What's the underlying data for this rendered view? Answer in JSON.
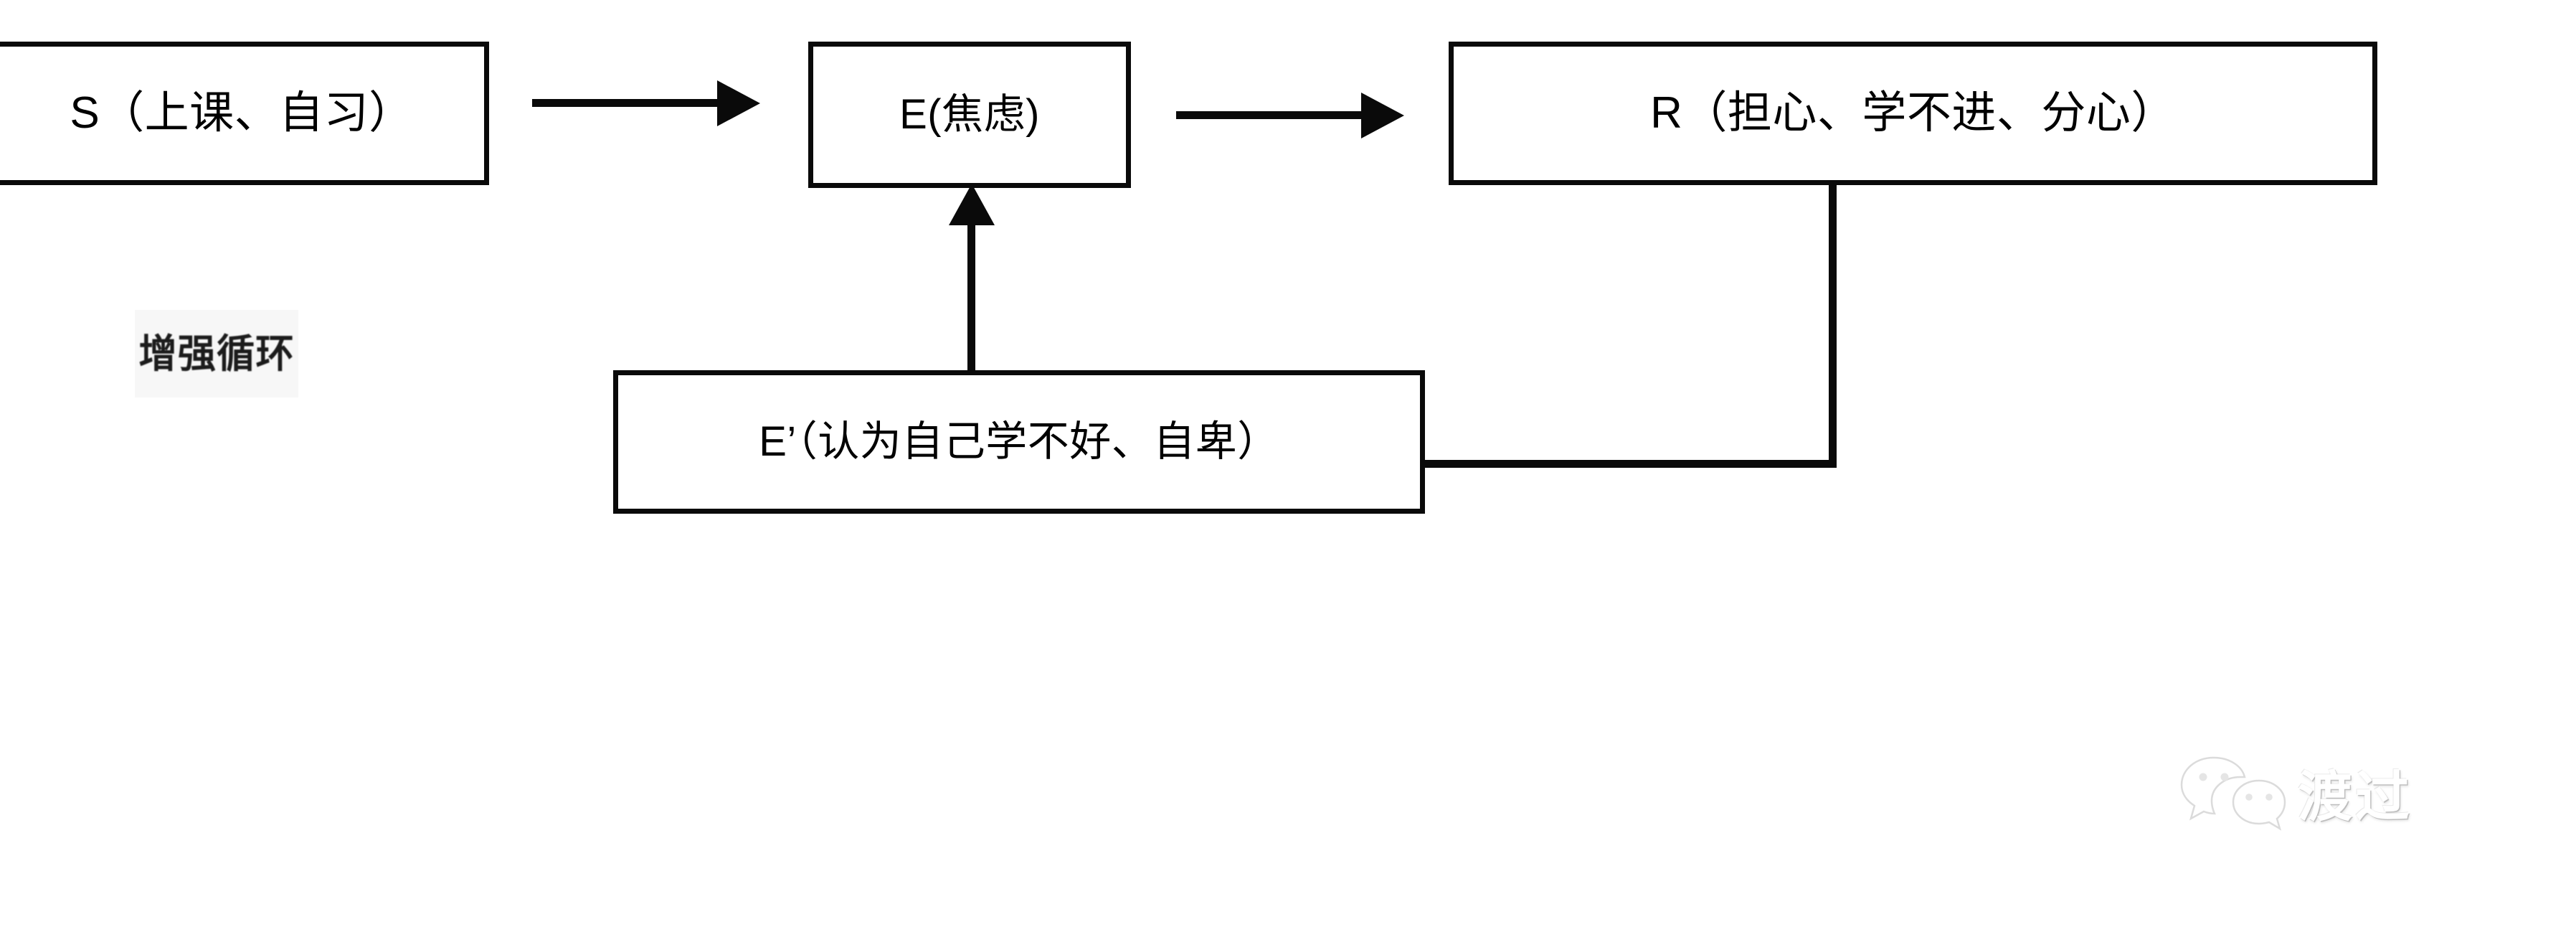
{
  "diagram": {
    "title_note": "",
    "nodes": [
      {
        "id": "s",
        "label": "S（上课、自习）"
      },
      {
        "id": "e",
        "label": "E(焦虑)"
      },
      {
        "id": "r",
        "label": "R（担心、学不进、分心）"
      },
      {
        "id": "ep",
        "label": "E’（认为自己学不好、自卑）"
      }
    ],
    "annotations": {
      "loop_label": "增强循环"
    },
    "edges": [
      {
        "from": "s",
        "to": "e",
        "style": "arrow-right"
      },
      {
        "from": "e",
        "to": "r",
        "style": "arrow-right"
      },
      {
        "from": "ep",
        "to": "e",
        "style": "arrow-up"
      },
      {
        "from": "r",
        "to": "ep",
        "style": "elbow-line"
      }
    ],
    "colors": {
      "stroke": "#0a0a0a",
      "background": "#ffffff",
      "label_panel": "#f7f7f7",
      "watermark": "#ffffff"
    }
  },
  "watermark": {
    "icon": "wechat-icon",
    "text": "渡过"
  }
}
